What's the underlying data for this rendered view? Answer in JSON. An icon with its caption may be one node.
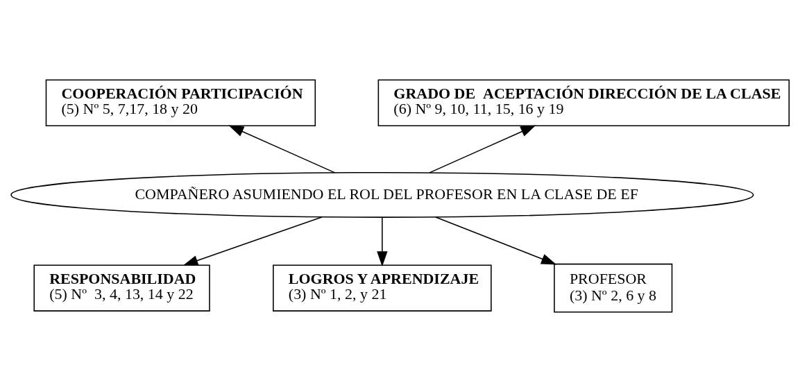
{
  "diagram": {
    "nodes": [
      {
        "text": [
          "COMPAÑERO ASUMIENDO EL ROL DEL PROFESOR EN LA CLASE DE EF"
        ]
      },
      {
        "text": [
          "**COOPERACIÓN PARTICIPACIÓN**",
          "(5) Nº 5, 7,17, 18 y 20"
        ]
      },
      {
        "text": [
          "**GRADO DE  ACEPTACIÓN DIRECCIÓN DE LA CLASE**",
          "(6) Nº 9, 10, 11, 15, 16 y 19"
        ]
      },
      {
        "text": [
          "**RESPONSABILIDAD**",
          "(5) Nº  3, 4, 13, 14 y 22"
        ]
      },
      {
        "text": [
          "**LOGROS Y APRENDIZAJE**",
          "(3) Nº 1, 2, y 21"
        ]
      },
      {
        "text": [
          "PROFESOR",
          "(3) Nº 2, 6 y 8"
        ]
      }
    ],
    "edges": [
      {
        "from": 0,
        "to": 1,
        "arrow": "to"
      },
      {
        "from": 0,
        "to": 2,
        "arrow": "to"
      },
      {
        "from": 0,
        "to": 3,
        "arrow": "to"
      },
      {
        "from": 0,
        "to": 4,
        "arrow": "to"
      },
      {
        "from": 0,
        "to": 5,
        "arrow": "to"
      }
    ]
  }
}
